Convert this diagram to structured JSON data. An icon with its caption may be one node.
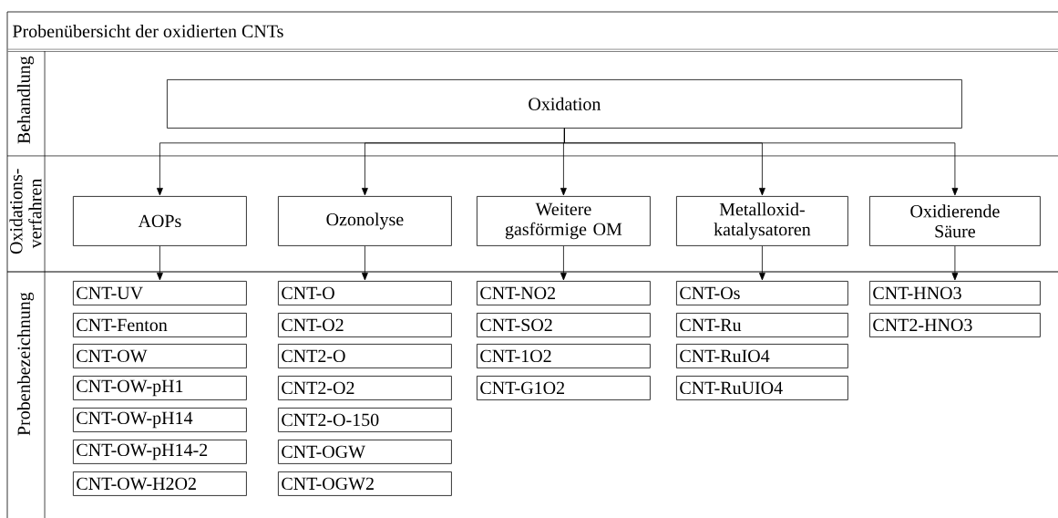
{
  "diagram": {
    "title": "Probenübersicht der oxidierten CNTs",
    "nodes": [
      {
        "text": [
          "Oxidation"
        ]
      },
      {
        "text": [
          "AOPs"
        ]
      },
      {
        "text": [
          "Ozonolyse"
        ]
      },
      {
        "text": [
          "Weitere gasförmige OM"
        ]
      },
      {
        "text": [
          "Metalloxid- katalysatoren"
        ]
      },
      {
        "text": [
          "Oxidierende Säure"
        ]
      },
      {
        "text": [
          "CNT-UV"
        ]
      },
      {
        "text": [
          "CNT-Fenton"
        ]
      },
      {
        "text": [
          "CNT-OW"
        ]
      },
      {
        "text": [
          "CNT-OW-pH1"
        ]
      },
      {
        "text": [
          "CNT-OW-pH14"
        ]
      },
      {
        "text": [
          "CNT-OW-pH14-2"
        ]
      },
      {
        "text": [
          "CNT-OW-H2O2"
        ]
      },
      {
        "text": [
          "CNT-O"
        ]
      },
      {
        "text": [
          "CNT-O2"
        ]
      },
      {
        "text": [
          "CNT2-O"
        ]
      },
      {
        "text": [
          "CNT2-O2"
        ]
      },
      {
        "text": [
          "CNT2-O-150"
        ]
      },
      {
        "text": [
          "CNT-OGW"
        ]
      },
      {
        "text": [
          "CNT-OGW2"
        ]
      },
      {
        "text": [
          "CNT-NO2"
        ]
      },
      {
        "text": [
          "CNT-SO2"
        ]
      },
      {
        "text": [
          "CNT-1O2"
        ]
      },
      {
        "text": [
          "CNT-G1O2"
        ]
      },
      {
        "text": [
          "CNT-Os"
        ]
      },
      {
        "text": [
          "CNT-Ru"
        ]
      },
      {
        "text": [
          "CNT-RuIO4"
        ]
      },
      {
        "text": [
          "CNT-RuUIO4"
        ]
      },
      {
        "text": [
          "CNT-HNO3"
        ]
      },
      {
        "text": [
          "CNT2-HNO3"
        ]
      }
    ],
    "edges": [
      {
        "from": 0,
        "to": 1,
        "arrow": "to"
      },
      {
        "from": 0,
        "to": 2,
        "arrow": "to"
      },
      {
        "from": 0,
        "to": 3,
        "arrow": "to"
      },
      {
        "from": 0,
        "to": 4,
        "arrow": "to"
      },
      {
        "from": 0,
        "to": 5,
        "arrow": "to"
      },
      {
        "from": 1,
        "to": 6,
        "arrow": "to"
      },
      {
        "from": 2,
        "to": 13,
        "arrow": "to"
      },
      {
        "from": 3,
        "to": 20,
        "arrow": "to"
      },
      {
        "from": 4,
        "to": 24,
        "arrow": "to"
      },
      {
        "from": 5,
        "to": 28,
        "arrow": "to"
      }
    ],
    "labels": [
      "Behandlung",
      "Oxidations- verfahren",
      "Probenbezeichnung"
    ]
  }
}
